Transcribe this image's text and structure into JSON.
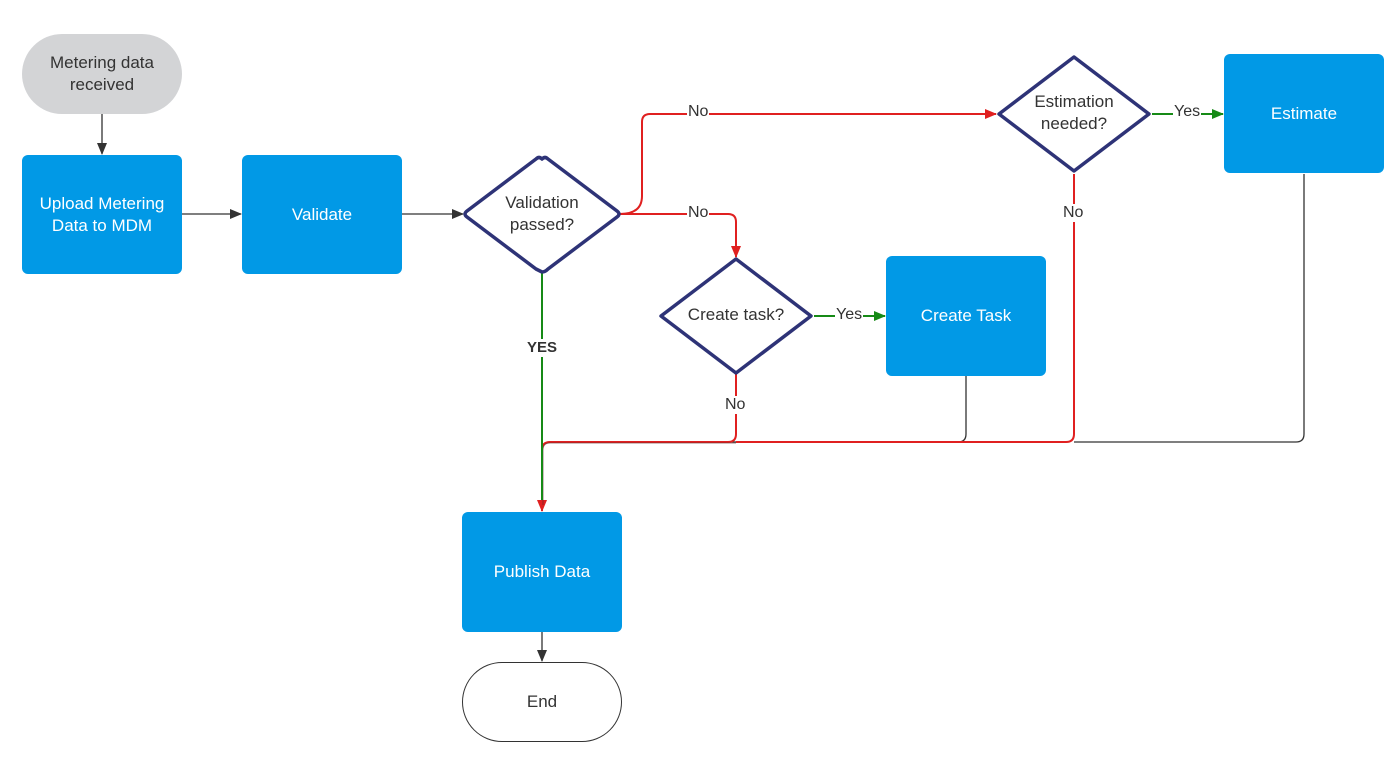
{
  "nodes": {
    "start": "Metering data received",
    "upload": "Upload Metering Data to MDM",
    "validate": "Validate",
    "validation_passed": "Validation passed?",
    "estimation_needed": "Estimation needed?",
    "estimate": "Estimate",
    "create_task_q": "Create task?",
    "create_task": "Create Task",
    "publish": "Publish Data",
    "end": "End"
  },
  "edges": {
    "validation_no_top": "No",
    "validation_no_mid": "No",
    "validation_yes": "YES",
    "create_task_yes": "Yes",
    "create_task_no": "No",
    "estimation_yes": "Yes",
    "estimation_no": "No"
  },
  "colors": {
    "process": "#0199E6",
    "start": "#D3D4D6",
    "decision_border": "#2E3377",
    "edge_no": "#E02020",
    "edge_yes": "#168A16",
    "edge_default": "#333333"
  }
}
